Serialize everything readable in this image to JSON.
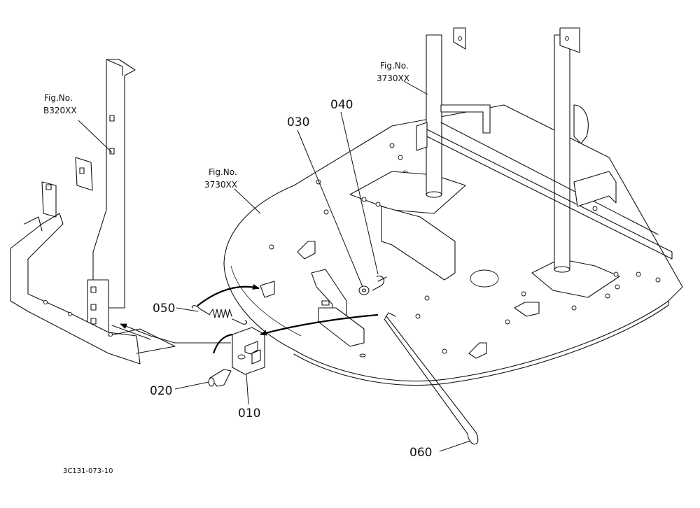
{
  "figure_refs": [
    {
      "line1": "Fig.No.",
      "line2": "B320XX"
    },
    {
      "line1": "Fig.No.",
      "line2": "3730XX"
    },
    {
      "line1": "Fig.No.",
      "line2": "3730XX"
    }
  ],
  "part_labels": [
    "010",
    "020",
    "030",
    "040",
    "050",
    "060"
  ],
  "drawing_code": "3C131-073-10"
}
